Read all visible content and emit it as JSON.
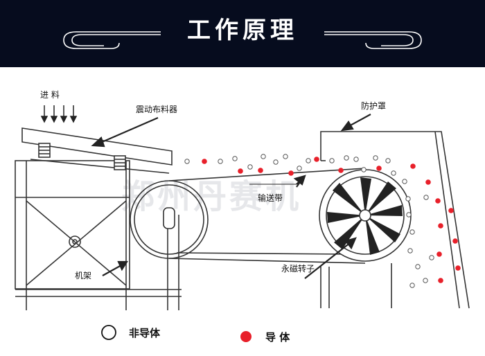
{
  "header": {
    "title": "工作原理",
    "bg": "#060c1e"
  },
  "labels": {
    "feed": "进 料",
    "vibrating_feeder": "震动布料器",
    "cover": "防护罩",
    "conveyor_belt": "输送带",
    "frame": "机架",
    "magnetic_rotor": "永磁转子"
  },
  "watermark": "郑州丹赛机",
  "legend": {
    "non_conductor": {
      "label": "非导体",
      "color": "#ffffff"
    },
    "conductor": {
      "label": "导 体",
      "color": "#e8202a"
    }
  },
  "colors": {
    "particle_red": "#e8202a",
    "line": "#333333"
  }
}
